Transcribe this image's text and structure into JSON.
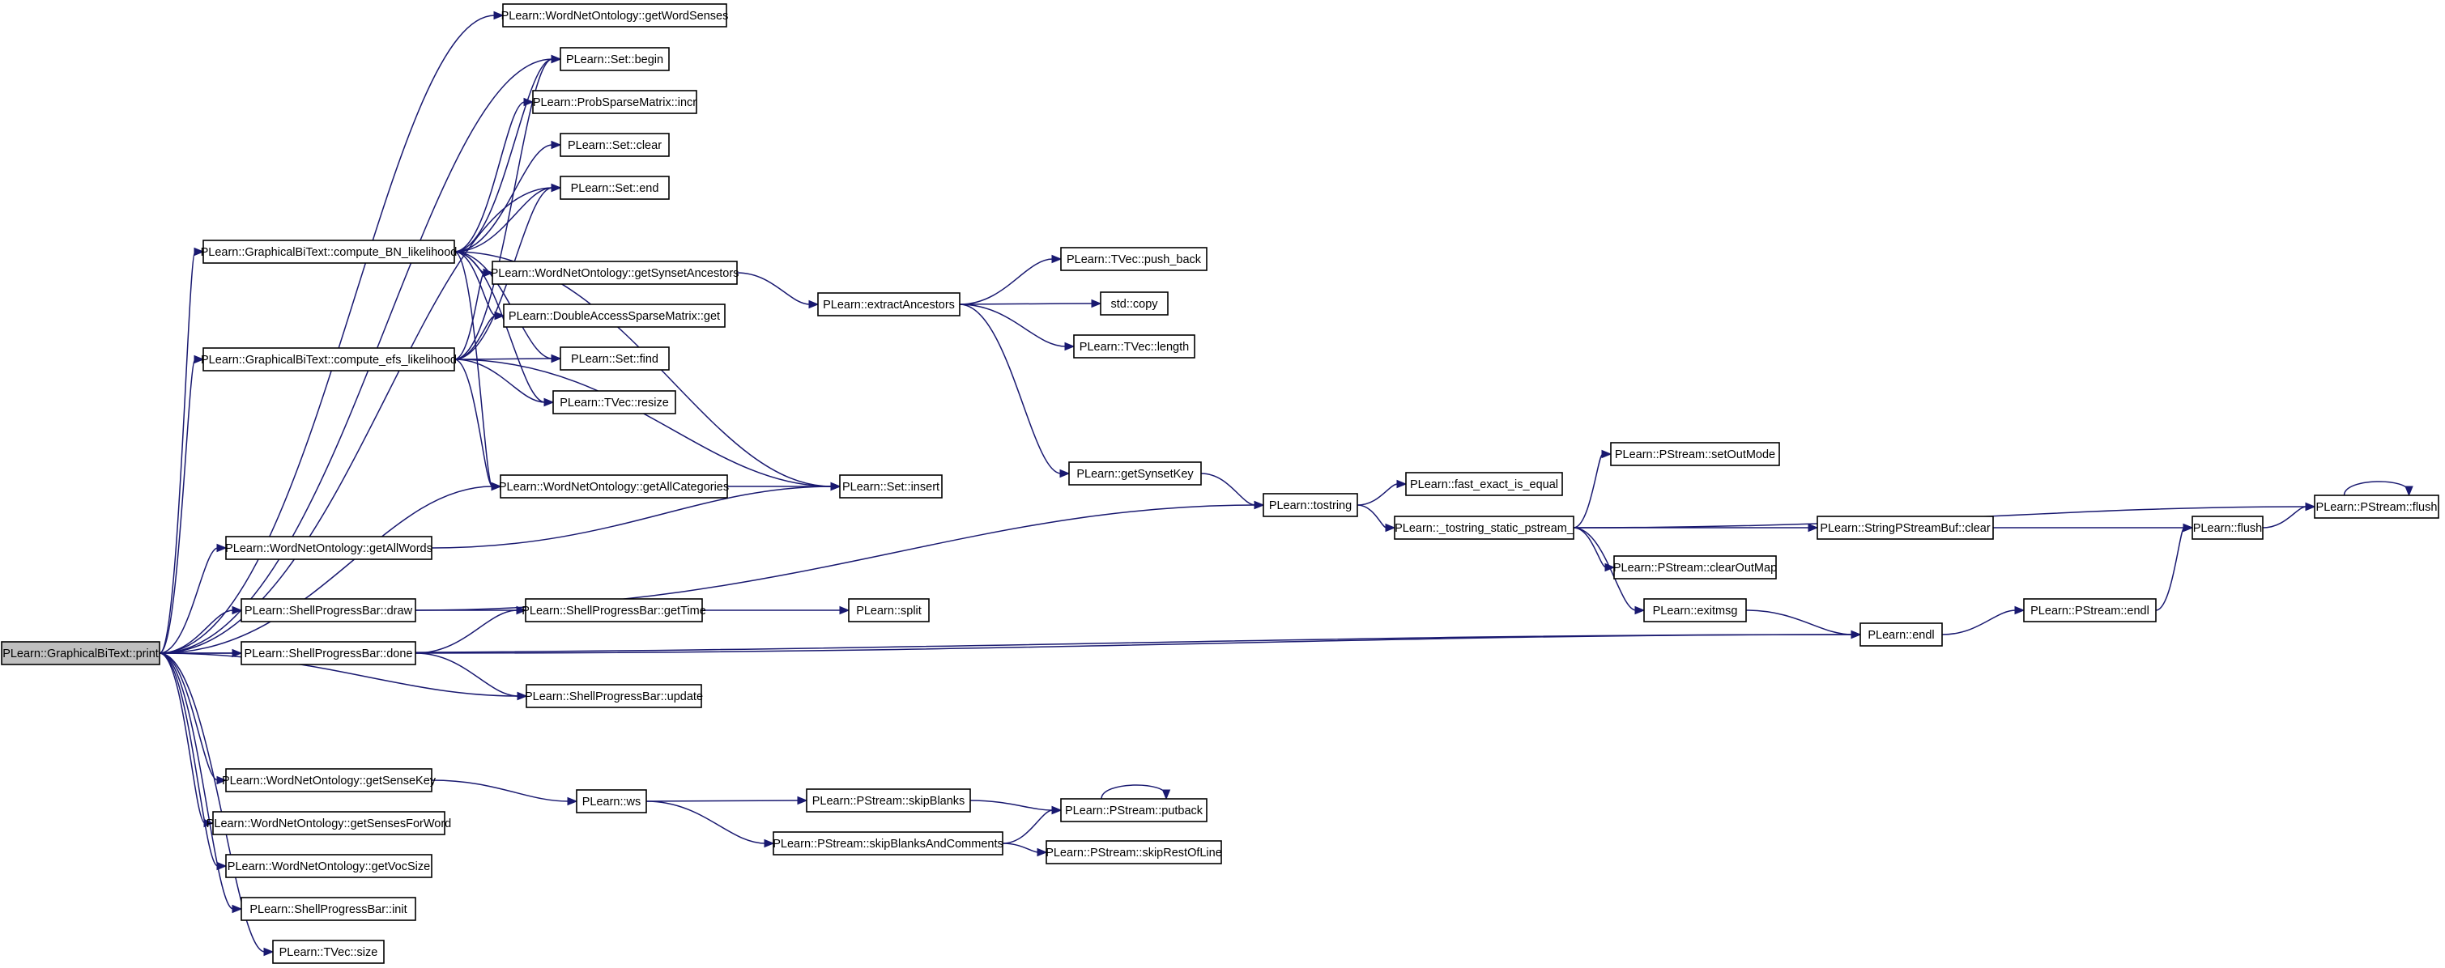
{
  "nodes": [
    {
      "id": "n0",
      "label": "PLearn::GraphicalBiText::print",
      "root": true
    },
    {
      "id": "n1",
      "label": "PLearn::WordNetOntology::getWordSenses"
    },
    {
      "id": "n2",
      "label": "PLearn::Set::begin"
    },
    {
      "id": "n3",
      "label": "PLearn::ProbSparseMatrix::incr"
    },
    {
      "id": "n4",
      "label": "PLearn::Set::clear"
    },
    {
      "id": "n5",
      "label": "PLearn::Set::end"
    },
    {
      "id": "n6",
      "label": "PLearn::GraphicalBiText::compute_BN_likelihood"
    },
    {
      "id": "n7",
      "label": "PLearn::WordNetOntology::getSynsetAncestors"
    },
    {
      "id": "n8",
      "label": "PLearn::extractAncestors"
    },
    {
      "id": "n9",
      "label": "PLearn::TVec::push_back"
    },
    {
      "id": "n10",
      "label": "std::copy"
    },
    {
      "id": "n11",
      "label": "PLearn::TVec::length"
    },
    {
      "id": "n12",
      "label": "PLearn::DoubleAccessSparseMatrix::get"
    },
    {
      "id": "n13",
      "label": "PLearn::GraphicalBiText::compute_efs_likelihood"
    },
    {
      "id": "n14",
      "label": "PLearn::Set::find"
    },
    {
      "id": "n15",
      "label": "PLearn::TVec::resize"
    },
    {
      "id": "n16",
      "label": "PLearn::getSynsetKey"
    },
    {
      "id": "n17",
      "label": "PLearn::WordNetOntology::getAllCategories"
    },
    {
      "id": "n18",
      "label": "PLearn::Set::insert"
    },
    {
      "id": "n19",
      "label": "PLearn::tostring"
    },
    {
      "id": "n20",
      "label": "PLearn::fast_exact_is_equal"
    },
    {
      "id": "n21",
      "label": "PLearn::PStream::setOutMode"
    },
    {
      "id": "n22",
      "label": "PLearn::PStream::flush"
    },
    {
      "id": "n23",
      "label": "PLearn::WordNetOntology::getAllWords"
    },
    {
      "id": "n24",
      "label": "PLearn::_tostring_static_pstream_"
    },
    {
      "id": "n25",
      "label": "PLearn::StringPStreamBuf::clear"
    },
    {
      "id": "n26",
      "label": "PLearn::flush"
    },
    {
      "id": "n27",
      "label": "PLearn::PStream::clearOutMap"
    },
    {
      "id": "n28",
      "label": "PLearn::ShellProgressBar::draw"
    },
    {
      "id": "n29",
      "label": "PLearn::ShellProgressBar::getTime"
    },
    {
      "id": "n30",
      "label": "PLearn::split"
    },
    {
      "id": "n31",
      "label": "PLearn::exitmsg"
    },
    {
      "id": "n32",
      "label": "PLearn::PStream::endl"
    },
    {
      "id": "n33",
      "label": "PLearn::ShellProgressBar::done"
    },
    {
      "id": "n34",
      "label": "PLearn::endl"
    },
    {
      "id": "n35",
      "label": "PLearn::ShellProgressBar::update"
    },
    {
      "id": "n36",
      "label": "PLearn::WordNetOntology::getSenseKey"
    },
    {
      "id": "n37",
      "label": "PLearn::ws"
    },
    {
      "id": "n38",
      "label": "PLearn::PStream::skipBlanks"
    },
    {
      "id": "n39",
      "label": "PLearn::PStream::putback"
    },
    {
      "id": "n40",
      "label": "PLearn::WordNetOntology::getSensesForWord"
    },
    {
      "id": "n41",
      "label": "PLearn::PStream::skipBlanksAndComments"
    },
    {
      "id": "n42",
      "label": "PLearn::PStream::skipRestOfLine"
    },
    {
      "id": "n43",
      "label": "PLearn::WordNetOntology::getVocSize"
    },
    {
      "id": "n44",
      "label": "PLearn::ShellProgressBar::init"
    },
    {
      "id": "n45",
      "label": "PLearn::TVec::size"
    }
  ],
  "edges": [
    [
      "n0",
      "n1"
    ],
    [
      "n0",
      "n2"
    ],
    [
      "n0",
      "n5"
    ],
    [
      "n0",
      "n6"
    ],
    [
      "n0",
      "n13"
    ],
    [
      "n0",
      "n17"
    ],
    [
      "n0",
      "n23"
    ],
    [
      "n0",
      "n28"
    ],
    [
      "n0",
      "n33"
    ],
    [
      "n0",
      "n35"
    ],
    [
      "n0",
      "n34"
    ],
    [
      "n0",
      "n36"
    ],
    [
      "n0",
      "n40"
    ],
    [
      "n0",
      "n43"
    ],
    [
      "n0",
      "n44"
    ],
    [
      "n0",
      "n45"
    ],
    [
      "n6",
      "n2"
    ],
    [
      "n6",
      "n3"
    ],
    [
      "n6",
      "n4"
    ],
    [
      "n6",
      "n5"
    ],
    [
      "n6",
      "n7"
    ],
    [
      "n6",
      "n12"
    ],
    [
      "n6",
      "n14"
    ],
    [
      "n6",
      "n15"
    ],
    [
      "n6",
      "n17"
    ],
    [
      "n6",
      "n18"
    ],
    [
      "n13",
      "n2"
    ],
    [
      "n13",
      "n5"
    ],
    [
      "n13",
      "n7"
    ],
    [
      "n13",
      "n12"
    ],
    [
      "n13",
      "n14"
    ],
    [
      "n13",
      "n15"
    ],
    [
      "n13",
      "n17"
    ],
    [
      "n13",
      "n18"
    ],
    [
      "n7",
      "n8"
    ],
    [
      "n8",
      "n9"
    ],
    [
      "n8",
      "n10"
    ],
    [
      "n8",
      "n11"
    ],
    [
      "n8",
      "n16"
    ],
    [
      "n16",
      "n19"
    ],
    [
      "n17",
      "n18"
    ],
    [
      "n23",
      "n18"
    ],
    [
      "n28",
      "n19"
    ],
    [
      "n28",
      "n29"
    ],
    [
      "n33",
      "n29"
    ],
    [
      "n33",
      "n34"
    ],
    [
      "n33",
      "n35"
    ],
    [
      "n29",
      "n30"
    ],
    [
      "n19",
      "n20"
    ],
    [
      "n19",
      "n24"
    ],
    [
      "n24",
      "n21"
    ],
    [
      "n24",
      "n22"
    ],
    [
      "n24",
      "n25"
    ],
    [
      "n24",
      "n27"
    ],
    [
      "n24",
      "n31"
    ],
    [
      "n25",
      "n26"
    ],
    [
      "n26",
      "n22"
    ],
    [
      "n22",
      "n22"
    ],
    [
      "n31",
      "n34"
    ],
    [
      "n34",
      "n32"
    ],
    [
      "n32",
      "n26"
    ],
    [
      "n36",
      "n37"
    ],
    [
      "n37",
      "n38"
    ],
    [
      "n37",
      "n41"
    ],
    [
      "n38",
      "n39"
    ],
    [
      "n41",
      "n39"
    ],
    [
      "n41",
      "n42"
    ],
    [
      "n39",
      "n39"
    ]
  ]
}
